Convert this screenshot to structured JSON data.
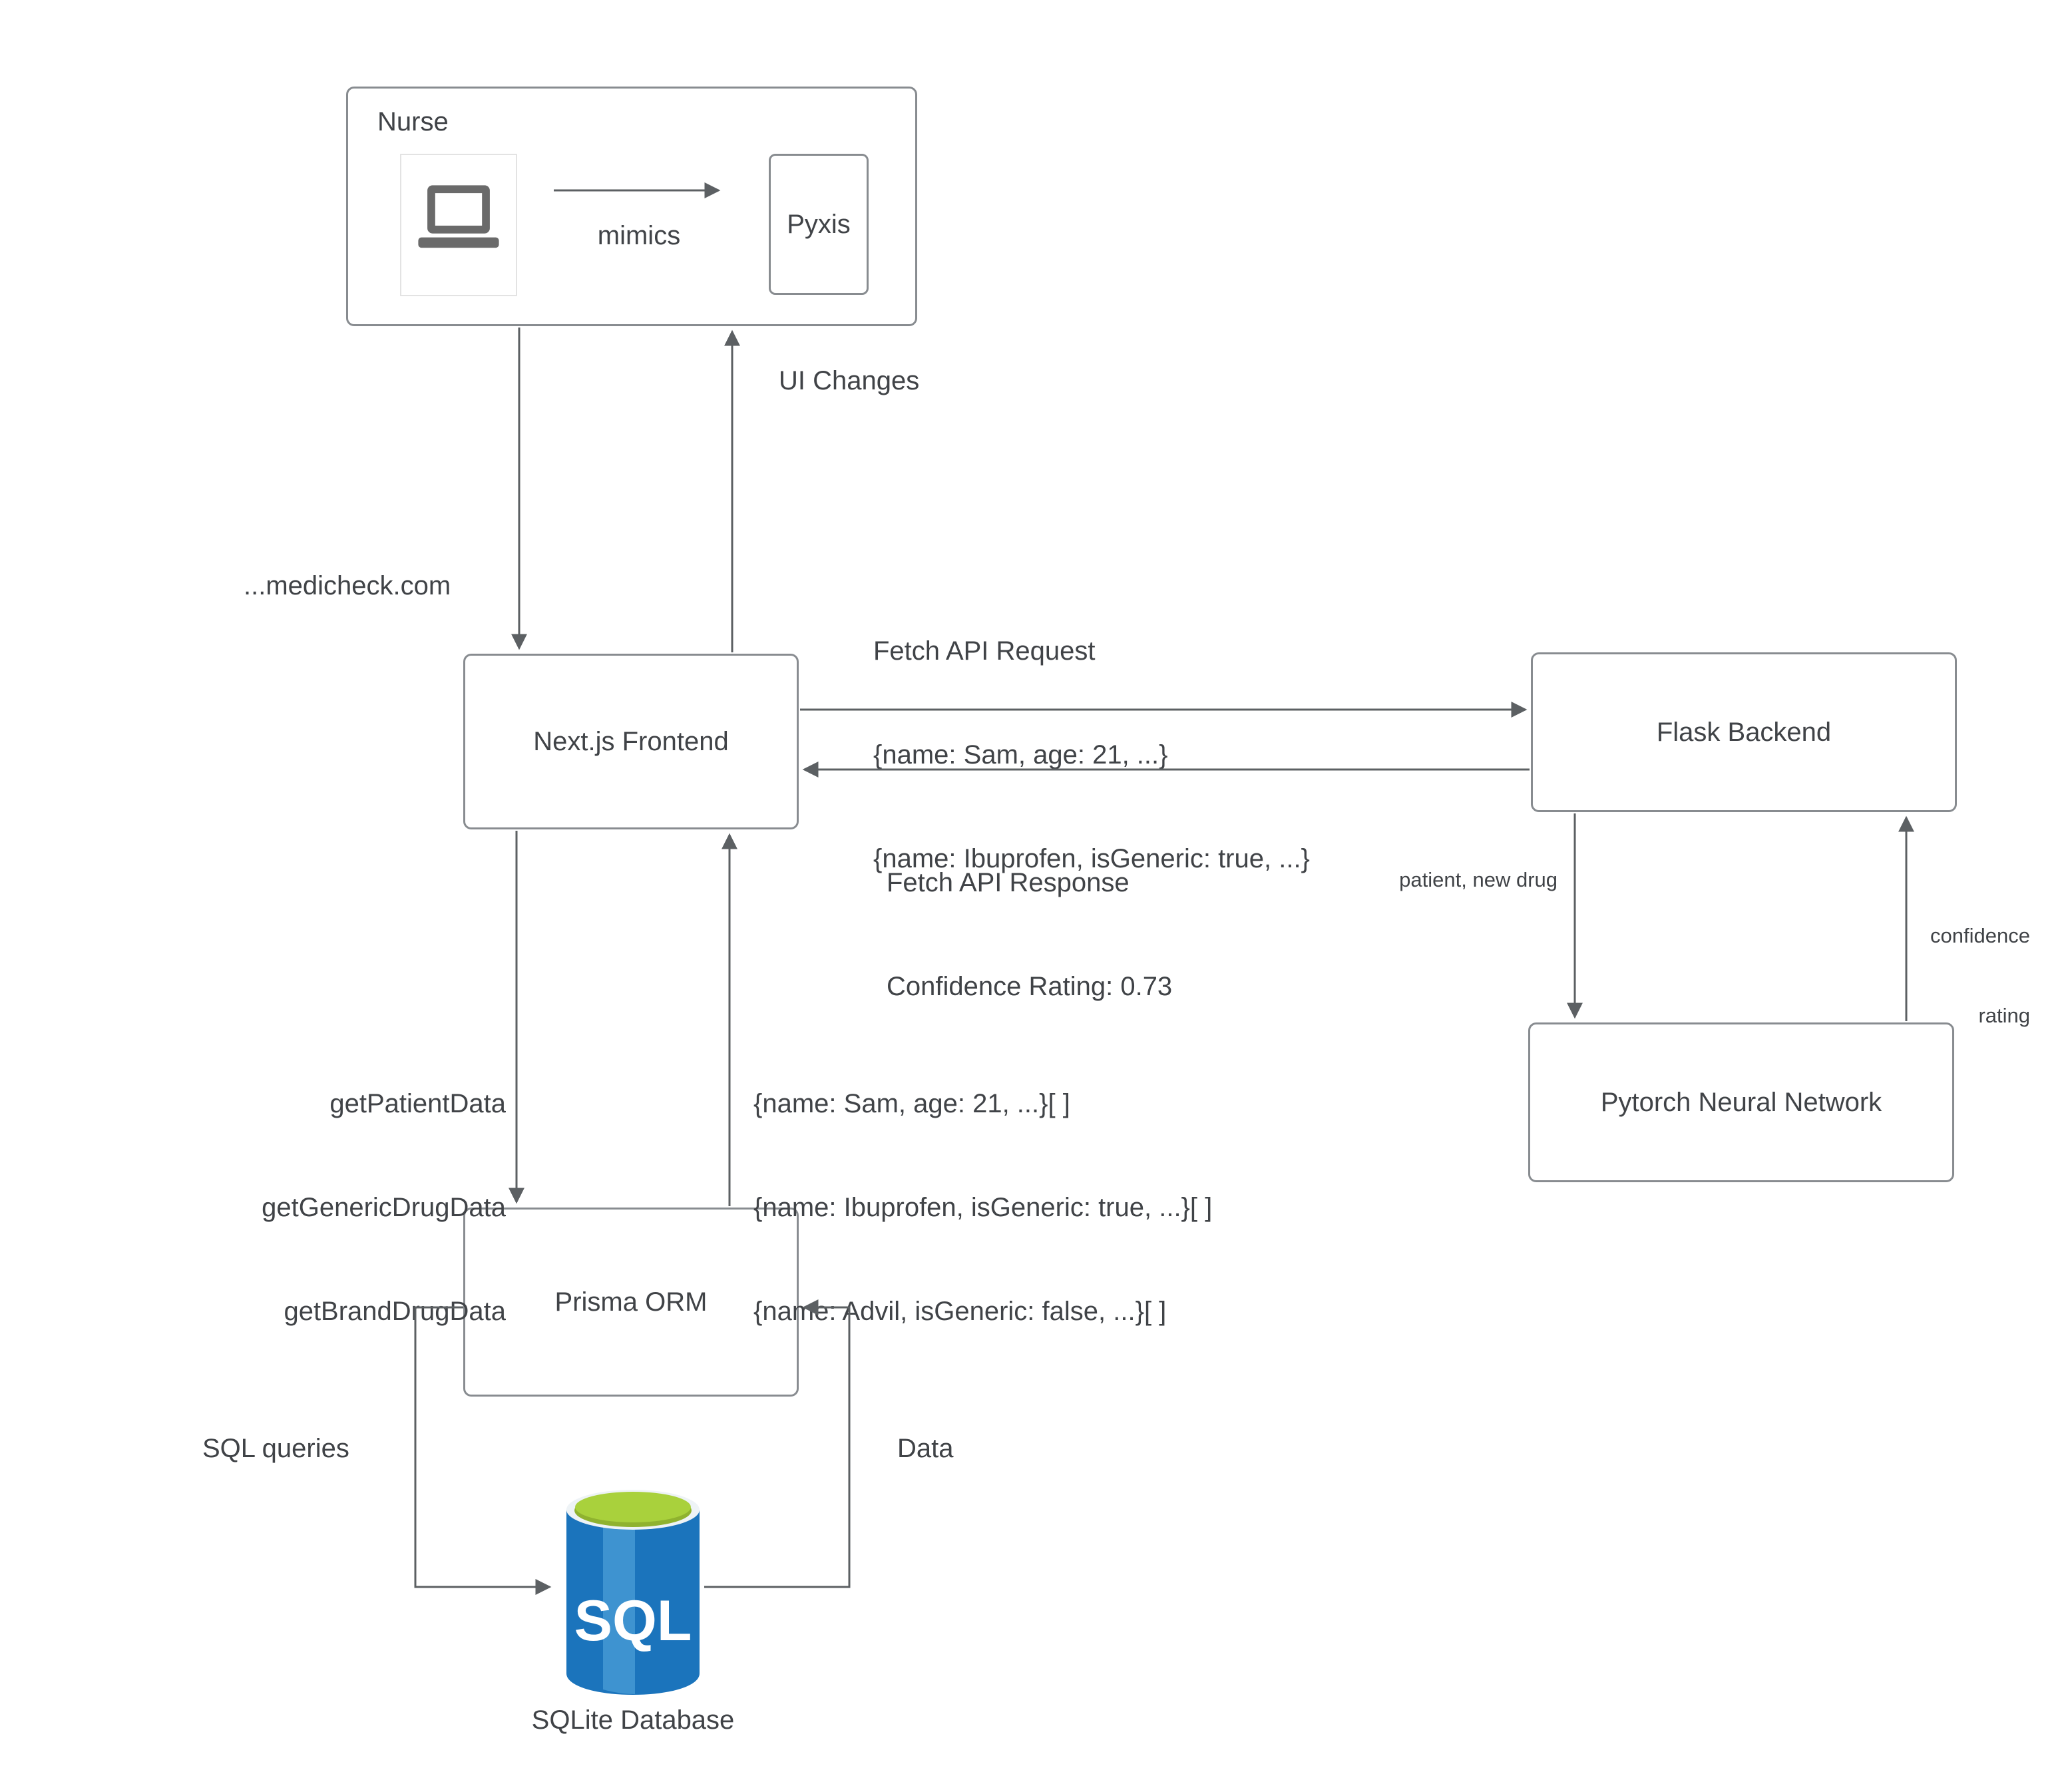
{
  "colors": {
    "box_border": "#888c90",
    "arrow": "#5c6063",
    "text": "#404347",
    "sql_body_blue": "#1b74bc",
    "sql_highlight_blue": "#3e93d0",
    "sql_top_green": "#a9d13c",
    "sql_top_green_dark": "#8fb22f",
    "laptop_gray": "#6a6a6a"
  },
  "nodes": {
    "nurse": {
      "label": "Nurse"
    },
    "pyxis": {
      "label": "Pyxis"
    },
    "nextjs": {
      "label": "Next.js Frontend"
    },
    "flask": {
      "label": "Flask Backend"
    },
    "pytorch": {
      "label": "Pytorch Neural Network"
    },
    "prisma": {
      "label": "Prisma ORM"
    },
    "sqlite": {
      "label": "SQLite Database",
      "icon_text": "SQL"
    }
  },
  "edges": {
    "mimics": {
      "label": "mimics"
    },
    "ui_changes": {
      "label": "UI Changes"
    },
    "medicheck": {
      "label": "...medicheck.com"
    },
    "fetch_request": {
      "lines": [
        "Fetch API Request",
        "{name: Sam, age: 21, ...}",
        "{name: Ibuprofen, isGeneric: true, ...}"
      ]
    },
    "fetch_response": {
      "lines": [
        "Fetch API Response",
        "Confidence Rating: 0.73"
      ]
    },
    "patient_new_drug": {
      "label": "patient, new drug"
    },
    "confidence_rating": {
      "lines": [
        "confidence",
        "rating"
      ]
    },
    "orm_calls": {
      "lines": [
        "getPatientData",
        "getGenericDrugData",
        "getBrandDrugData"
      ]
    },
    "orm_results": {
      "lines": [
        "{name: Sam, age: 21, ...}[ ]",
        "{name: Ibuprofen, isGeneric: true, ...}[ ]",
        "{name: Advil, isGeneric: false, ...}[ ]"
      ]
    },
    "sql_queries": {
      "label": "SQL queries"
    },
    "data": {
      "label": "Data"
    }
  }
}
